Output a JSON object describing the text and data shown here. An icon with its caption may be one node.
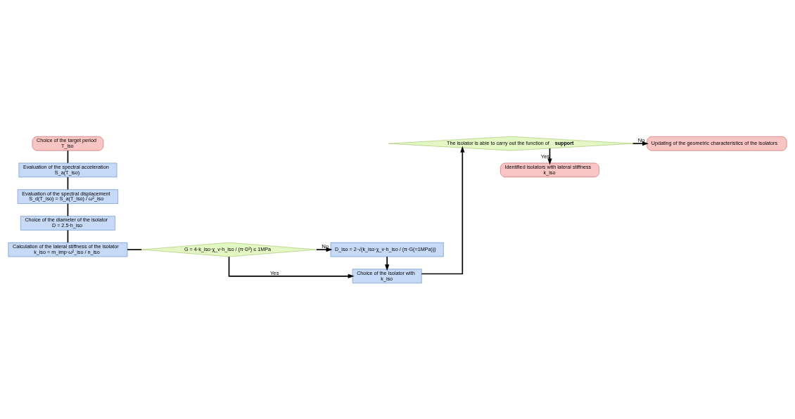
{
  "diagram": {
    "nodes": [
      {
        "text": [
          "Choice of the target period",
          "T_iso"
        ]
      },
      {
        "text": [
          "Evaluation of the spectral acceleration",
          "S_a(T_iso)"
        ]
      },
      {
        "text": [
          "Evaluation of the spectral displacement",
          "S_d(T_iso) = S_a(T_iso) / ω²_iso"
        ]
      },
      {
        "text": [
          "Choice of the diameter of the isolator",
          "D = 2.5·h_iso"
        ]
      },
      {
        "text": [
          "Calculation of the lateral stiffness of the isolator",
          "k_iso = m_imp·ω²_iso / n_iso"
        ]
      },
      {
        "text": [
          "G = 4·k_iso·χ_v·h_iso / (π·D²) ≤ 1MPa"
        ]
      },
      {
        "text": [
          "D_iso = 2·√(k_iso·χ_v·h_iso / (π·G(=1MPa)))"
        ]
      },
      {
        "text": [
          "Choice of the isolator with",
          "k_iso"
        ]
      },
      {
        "text": [
          "The isolator is able to carry out the function of **support**"
        ]
      },
      {
        "text": [
          "Updating of the geometric characteristics of the isolators"
        ]
      },
      {
        "text": [
          "Identified isolators with lateral stiffness",
          "k_iso"
        ]
      }
    ],
    "edges": [
      {
        "from": 0,
        "to": 1,
        "arrow": "none"
      },
      {
        "from": 1,
        "to": 2,
        "arrow": "none"
      },
      {
        "from": 2,
        "to": 3,
        "arrow": "none"
      },
      {
        "from": 3,
        "to": 4,
        "arrow": "none"
      },
      {
        "from": 4,
        "to": 5,
        "arrow": "none"
      },
      {
        "from": 5,
        "to": 6,
        "arrow": "to",
        "label": "No"
      },
      {
        "from": 5,
        "to": 7,
        "arrow": "to",
        "label": "Yes"
      },
      {
        "from": 6,
        "to": 7,
        "arrow": "to"
      },
      {
        "from": 7,
        "to": 8,
        "arrow": "to"
      },
      {
        "from": 8,
        "to": 9,
        "arrow": "to",
        "label": "No"
      },
      {
        "from": 8,
        "to": 10,
        "arrow": "to",
        "label": "Yes"
      }
    ]
  }
}
